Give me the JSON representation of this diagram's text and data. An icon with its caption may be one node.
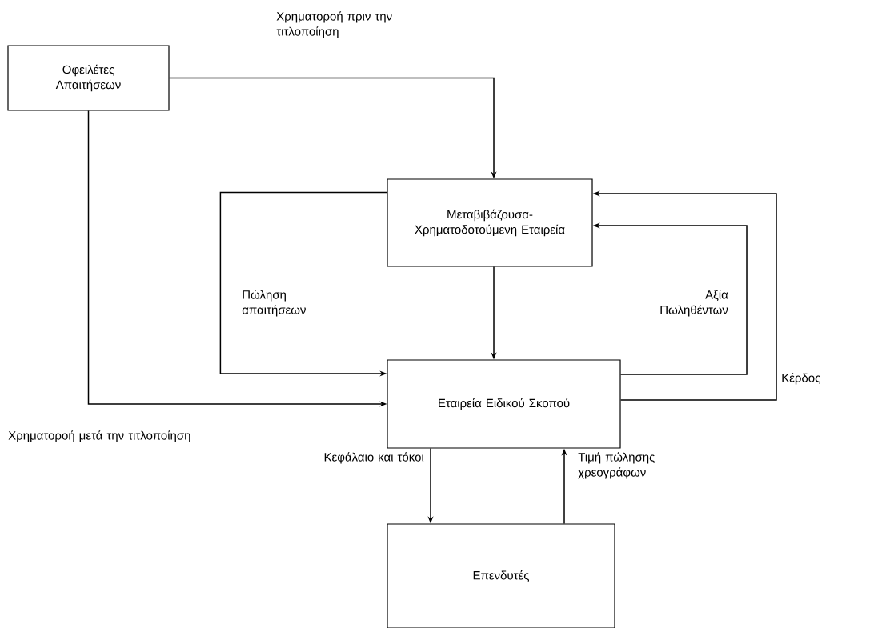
{
  "diagram": {
    "nodes": [
      {
        "text": [
          "Οφειλέτες Απαιτήσεων"
        ]
      },
      {
        "text": [
          "Μεταβιβάζουσα- Χρηματοδοτούμενη Εταιρεία"
        ]
      },
      {
        "text": [
          "Εταιρεία Ειδικού Σκοπού"
        ]
      },
      {
        "text": [
          "Επενδυτές"
        ]
      }
    ],
    "edges": [
      {
        "from": 0,
        "to": 1,
        "arrow": "to",
        "label": "Χρηματοροή πριν την τιτλοποίηση"
      },
      {
        "from": 0,
        "to": 2,
        "arrow": "to",
        "label": "Χρηματοροή μετά την τιτλοποίηση"
      },
      {
        "from": 1,
        "to": 2,
        "arrow": "to",
        "label": "Πώληση απαιτήσεων"
      },
      {
        "from": 1,
        "to": 2,
        "arrow": "to"
      },
      {
        "from": 2,
        "to": 1,
        "arrow": "to",
        "label": "Αξία Πωληθέντων"
      },
      {
        "from": 2,
        "to": 1,
        "arrow": "to",
        "label": "Κέρδος"
      },
      {
        "from": 2,
        "to": 3,
        "arrow": "to",
        "label": "Κεφάλαιο και τόκοι"
      },
      {
        "from": 3,
        "to": 2,
        "arrow": "to",
        "label": "Τιμή πώλησης χρεογράφων"
      }
    ]
  }
}
